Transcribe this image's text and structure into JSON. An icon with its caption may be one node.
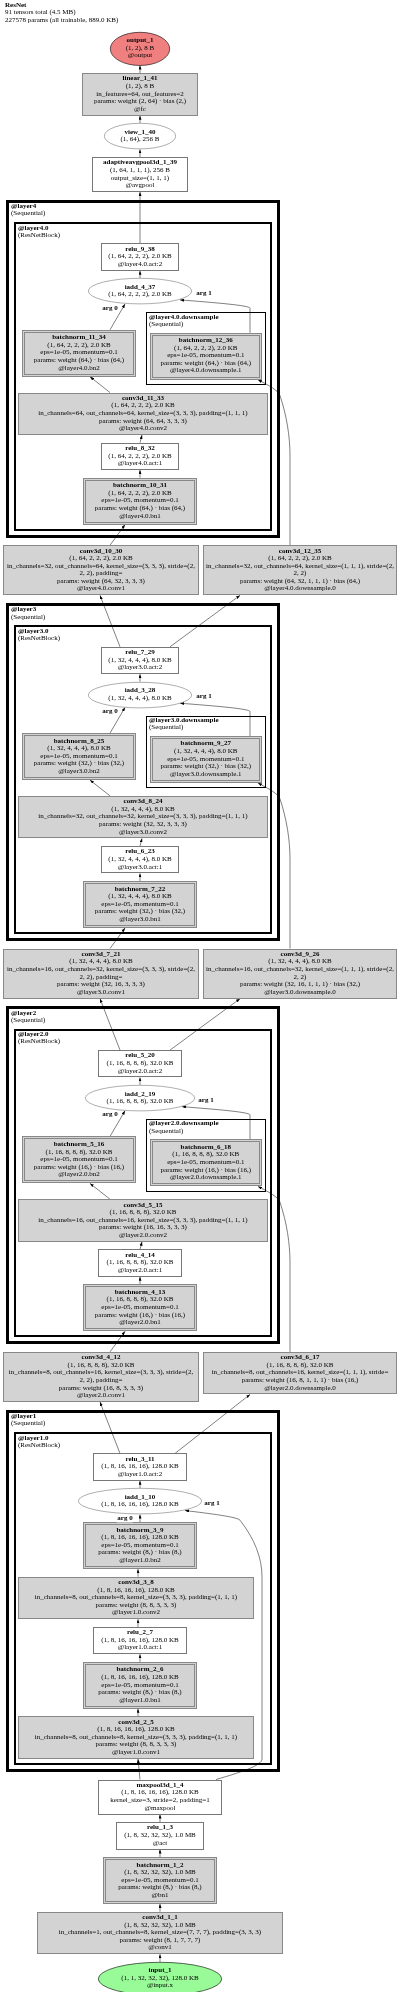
{
  "diagram": {
    "title": "ResNet",
    "labels": [
      "91 tensors total (4.5 MB)",
      "227578 params (all trainable, 889.0 KB)"
    ],
    "nodes": [
      {
        "text": [
          "output_1",
          "(1, 2), 8 B",
          "@output"
        ]
      },
      {
        "text": [
          "linear_1_41",
          "(1, 2), 8 B",
          "in_features=64, out_features=2",
          "params: weight (2, 64) · bias (2,)",
          "@fc"
        ]
      },
      {
        "text": [
          "view_1_40",
          "(1, 64), 256 B"
        ]
      },
      {
        "text": [
          "adaptiveavgpool3d_1_39",
          "(1, 64, 1, 1, 1), 256 B",
          "output_size=(1, 1, 1)",
          "@avgpool"
        ]
      },
      {
        "text": [
          "@layer4",
          "(Sequential)"
        ]
      },
      {
        "text": [
          "@layer4.0",
          "(ResNetBlock)"
        ],
        "in": 4
      },
      {
        "text": [
          "relu_9_38",
          "(1, 64, 2, 2, 2), 2.0 KB",
          "@layer4.0.act:2"
        ],
        "in": 5
      },
      {
        "text": [
          "iadd_4_37",
          "(1, 64, 2, 2, 2), 2.0 KB"
        ],
        "in": 5
      },
      {
        "text": [
          "@layer4.0.downsample",
          "(Sequential)"
        ],
        "in": 5
      },
      {
        "text": [
          "batchnorm_11_34",
          "(1, 64, 2, 2, 2), 2.0 KB",
          "eps=1e-05, momentum=0.1",
          "params: weight (64,) · bias (64,)",
          "@layer4.0.bn2"
        ],
        "in": 5
      },
      {
        "text": [
          "batchnorm_12_36",
          "(1, 64, 2, 2, 2), 2.0 KB",
          "eps=1e-05, momentum=0.1",
          "params: weight (64,) · bias (64,)",
          "@layer4.0.downsample.1"
        ],
        "in": 8
      },
      {
        "text": [
          "conv3d_11_33",
          "(1, 64, 2, 2, 2), 2.0 KB",
          "in_channels=64, out_channels=64, kernel_size=(3, 3, 3), padding=(1, 1, 1)",
          "params: weight (64, 64, 3, 3, 3)",
          "@layer4.0.conv2"
        ],
        "in": 5
      },
      {
        "text": [
          "relu_8_32",
          "(1, 64, 2, 2, 2), 2.0 KB",
          "@layer4.0.act:1"
        ],
        "in": 5
      },
      {
        "text": [
          "batchnorm_10_31",
          "(1, 64, 2, 2, 2), 2.0 KB",
          "eps=1e-05, momentum=0.1",
          "params: weight (64,) · bias (64,)",
          "@layer4.0.bn1"
        ],
        "in": 5
      },
      {
        "text": [
          "conv3d_10_30",
          "(1, 64, 2, 2, 2), 2.0 KB",
          "in_channels=32, out_channels=64, kernel_size=(3, 3, 3), stride=(2, 2, 2), padding=",
          "params: weight (64, 32, 3, 3, 3)",
          "@layer4.0.conv1"
        ]
      },
      {
        "text": [
          "conv3d_12_35",
          "(1, 64, 2, 2, 2), 2.0 KB",
          "in_channels=32, out_channels=64, kernel_size=(1, 1, 1), stride=(2, 2, 2)",
          "params: weight (64, 32, 1, 1, 1) · bias (64,)",
          "@layer4.0.downsample.0"
        ]
      },
      {
        "text": [
          "@layer3",
          "(Sequential)"
        ]
      },
      {
        "text": [
          "@layer3.0",
          "(ResNetBlock)"
        ],
        "in": 16
      },
      {
        "text": [
          "relu_7_29",
          "(1, 32, 4, 4, 4), 8.0 KB",
          "@layer3.0.act:2"
        ],
        "in": 17
      },
      {
        "text": [
          "iadd_3_28",
          "(1, 32, 4, 4, 4), 8.0 KB"
        ],
        "in": 17
      },
      {
        "text": [
          "@layer3.0.downsample",
          "(Sequential)"
        ],
        "in": 17
      },
      {
        "text": [
          "batchnorm_8_25",
          "(1, 32, 4, 4, 4), 8.0 KB",
          "eps=1e-05, momentum=0.1",
          "params: weight (32,) · bias (32,)",
          "@layer3.0.bn2"
        ],
        "in": 17
      },
      {
        "text": [
          "batchnorm_9_27",
          "(1, 32, 4, 4, 4), 8.0 KB",
          "eps=1e-05, momentum=0.1",
          "params: weight (32,) · bias (32,)",
          "@layer3.0.downsample.1"
        ],
        "in": 20
      },
      {
        "text": [
          "conv3d_8_24",
          "(1, 32, 4, 4, 4), 8.0 KB",
          "in_channels=32, out_channels=32, kernel_size=(3, 3, 3), padding=(1, 1, 1)",
          "params: weight (32, 32, 3, 3, 3)",
          "@layer3.0.conv2"
        ],
        "in": 17
      },
      {
        "text": [
          "relu_6_23",
          "(1, 32, 4, 4, 4), 8.0 KB",
          "@layer3.0.act:1"
        ],
        "in": 17
      },
      {
        "text": [
          "batchnorm_7_22",
          "(1, 32, 4, 4, 4), 8.0 KB",
          "eps=1e-05, momentum=0.1",
          "params: weight (32,) · bias (32,)",
          "@layer3.0.bn1"
        ],
        "in": 17
      },
      {
        "text": [
          "conv3d_7_21",
          "(1, 32, 4, 4, 4), 8.0 KB",
          "in_channels=16, out_channels=32, kernel_size=(3, 3, 3), stride=(2, 2, 2), padding=",
          "params: weight (32, 16, 3, 3, 3)",
          "@layer3.0.conv1"
        ]
      },
      {
        "text": [
          "conv3d_9_26",
          "(1, 32, 4, 4, 4), 8.0 KB",
          "in_channels=16, out_channels=32, kernel_size=(1, 1, 1), stride=(2, 2, 2)",
          "params: weight (32, 16, 1, 1, 1) · bias (32,)",
          "@layer3.0.downsample.0"
        ]
      },
      {
        "text": [
          "@layer2",
          "(Sequential)"
        ]
      },
      {
        "text": [
          "@layer2.0",
          "(ResNetBlock)"
        ],
        "in": 28
      },
      {
        "text": [
          "relu_5_20",
          "(1, 16, 8, 8, 8), 32.0 KB",
          "@layer2.0.act:2"
        ],
        "in": 29
      },
      {
        "text": [
          "iadd_2_19",
          "(1, 16, 8, 8, 8), 32.0 KB"
        ],
        "in": 29
      },
      {
        "text": [
          "@layer2.0.downsample",
          "(Sequential)"
        ],
        "in": 29
      },
      {
        "text": [
          "batchnorm_5_16",
          "(1, 16, 8, 8, 8), 32.0 KB",
          "eps=1e-05, momentum=0.1",
          "params: weight (16,) · bias (16,)",
          "@layer2.0.bn2"
        ],
        "in": 29
      },
      {
        "text": [
          "batchnorm_6_18",
          "(1, 16, 8, 8, 8), 32.0 KB",
          "eps=1e-05, momentum=0.1",
          "params: weight (16,) · bias (16,)",
          "@layer2.0.downsample.1"
        ],
        "in": 32
      },
      {
        "text": [
          "conv3d_5_15",
          "(1, 16, 8, 8, 8), 32.0 KB",
          "in_channels=16, out_channels=16, kernel_size=(3, 3, 3), padding=(1, 1, 1)",
          "params: weight (16, 16, 3, 3, 3)",
          "@layer2.0.conv2"
        ],
        "in": 29
      },
      {
        "text": [
          "relu_4_14",
          "(1, 16, 8, 8, 8), 32.0 KB",
          "@layer2.0.act:1"
        ],
        "in": 29
      },
      {
        "text": [
          "batchnorm_4_13",
          "(1, 16, 8, 8, 8), 32.0 KB",
          "eps=1e-05, momentum=0.1",
          "params: weight (16,) · bias (16,)",
          "@layer2.0.bn1"
        ],
        "in": 29
      },
      {
        "text": [
          "conv3d_4_12",
          "(1, 16, 8, 8, 8), 32.0 KB",
          "in_channels=8, out_channels=16, kernel_size=(3, 3, 3), stride=(2, 2, 2), padding=",
          "params: weight (16, 8, 3, 3, 3)",
          "@layer2.0.conv1"
        ]
      },
      {
        "text": [
          "conv3d_6_17",
          "(1, 16, 8, 8, 8), 32.0 KB",
          "in_channels=8, out_channels=16, kernel_size=(1, 1, 1), stride=",
          "params: weight (16, 8, 1, 1, 1) · bias (16,)",
          "@layer2.0.downsample.0"
        ]
      },
      {
        "text": [
          "@layer1",
          "(Sequential)"
        ]
      },
      {
        "text": [
          "@layer1.0",
          "(ResNetBlock)"
        ],
        "in": 40
      },
      {
        "text": [
          "relu_3_11",
          "(1, 8, 16, 16, 16), 128.0 KB",
          "@layer1.0.act:2"
        ],
        "in": 41
      },
      {
        "text": [
          "iadd_1_10",
          "(1, 8, 16, 16, 16), 128.0 KB"
        ],
        "in": 41
      },
      {
        "text": [
          "batchnorm_3_9",
          "(1, 8, 16, 16, 16), 128.0 KB",
          "eps=1e-05, momentum=0.1",
          "params: weight (8,) · bias (8,)",
          "@layer1.0.bn2"
        ],
        "in": 41
      },
      {
        "text": [
          "conv3d_3_8",
          "(1, 8, 16, 16, 16), 128.0 KB",
          "in_channels=8, out_channels=8, kernel_size=(3, 3, 3), padding=(1, 1, 1)",
          "params: weight (8, 8, 3, 3, 3)",
          "@layer1.0.conv2"
        ],
        "in": 41
      },
      {
        "text": [
          "relu_2_7",
          "(1, 8, 16, 16, 16), 128.0 KB",
          "@layer1.0.act:1"
        ],
        "in": 41
      },
      {
        "text": [
          "batchnorm_2_6",
          "(1, 8, 16, 16, 16), 128.0 KB",
          "eps=1e-05, momentum=0.1",
          "params: weight (8,) · bias (8,)",
          "@layer1.0.bn1"
        ],
        "in": 41
      },
      {
        "text": [
          "conv3d_2_5",
          "(1, 8, 16, 16, 16), 128.0 KB",
          "in_channels=8, out_channels=8, kernel_size=(3, 3, 3), padding=(1, 1, 1)",
          "params: weight (8, 8, 3, 3, 3)",
          "@layer1.0.conv1"
        ],
        "in": 41
      },
      {
        "text": [
          "maxpool3d_1_4",
          "(1, 8, 16, 16, 16), 128.0 KB",
          "kernel_size=3, stride=2, padding=1",
          "@maxpool"
        ]
      },
      {
        "text": [
          "relu_1_3",
          "(1, 8, 32, 32, 32), 1.0 MB",
          "@act"
        ]
      },
      {
        "text": [
          "batchnorm_1_2",
          "(1, 8, 32, 32, 32), 1.0 MB",
          "eps=1e-05, momentum=0.1",
          "params: weight (8,) · bias (8,)",
          "@bn1"
        ]
      },
      {
        "text": [
          "conv3d_1_1",
          "(1, 8, 32, 32, 32), 1.0 MB",
          "in_channels=1, out_channels=8, kernel_size=(7, 7, 7), padding=(3, 3, 3)",
          "params: weight (8, 1, 7, 7, 7)",
          "@conv1"
        ]
      },
      {
        "text": [
          "input_1",
          "(1, 1, 32, 32, 32), 128.0 KB",
          "@input.x"
        ]
      }
    ],
    "edges": [
      {
        "from": 53,
        "to": 52,
        "arrow": "to"
      },
      {
        "from": 52,
        "to": 51,
        "arrow": "to"
      },
      {
        "from": 51,
        "to": 50,
        "arrow": "to"
      },
      {
        "from": 50,
        "to": 49,
        "arrow": "to"
      },
      {
        "from": 49,
        "to": 48,
        "arrow": "to"
      },
      {
        "from": 49,
        "to": 43,
        "arrow": "to",
        "label": "arg 1"
      },
      {
        "from": 48,
        "to": 47,
        "arrow": "to"
      },
      {
        "from": 47,
        "to": 46,
        "arrow": "to"
      },
      {
        "from": 46,
        "to": 45,
        "arrow": "to"
      },
      {
        "from": 45,
        "to": 44,
        "arrow": "to"
      },
      {
        "from": 44,
        "to": 43,
        "arrow": "to",
        "label": "arg 0"
      },
      {
        "from": 43,
        "to": 42,
        "arrow": "to"
      },
      {
        "from": 42,
        "to": 38,
        "arrow": "to"
      },
      {
        "from": 42,
        "to": 39,
        "arrow": "to"
      },
      {
        "from": 38,
        "to": 37,
        "arrow": "to"
      },
      {
        "from": 37,
        "to": 36,
        "arrow": "to"
      },
      {
        "from": 36,
        "to": 35,
        "arrow": "to"
      },
      {
        "from": 35,
        "to": 33,
        "arrow": "to"
      },
      {
        "from": 33,
        "to": 31,
        "arrow": "to",
        "label": "arg 0"
      },
      {
        "from": 39,
        "to": 34,
        "arrow": "to"
      },
      {
        "from": 34,
        "to": 31,
        "arrow": "to",
        "label": "arg 1"
      },
      {
        "from": 31,
        "to": 30,
        "arrow": "to"
      },
      {
        "from": 30,
        "to": 26,
        "arrow": "to"
      },
      {
        "from": 30,
        "to": 27,
        "arrow": "to"
      },
      {
        "from": 26,
        "to": 25,
        "arrow": "to"
      },
      {
        "from": 25,
        "to": 24,
        "arrow": "to"
      },
      {
        "from": 24,
        "to": 23,
        "arrow": "to"
      },
      {
        "from": 23,
        "to": 21,
        "arrow": "to"
      },
      {
        "from": 21,
        "to": 19,
        "arrow": "to",
        "label": "arg 0"
      },
      {
        "from": 27,
        "to": 22,
        "arrow": "to"
      },
      {
        "from": 22,
        "to": 19,
        "arrow": "to",
        "label": "arg 1"
      },
      {
        "from": 19,
        "to": 18,
        "arrow": "to"
      },
      {
        "from": 18,
        "to": 14,
        "arrow": "to"
      },
      {
        "from": 18,
        "to": 15,
        "arrow": "to"
      },
      {
        "from": 14,
        "to": 13,
        "arrow": "to"
      },
      {
        "from": 13,
        "to": 12,
        "arrow": "to"
      },
      {
        "from": 12,
        "to": 11,
        "arrow": "to"
      },
      {
        "from": 11,
        "to": 9,
        "arrow": "to"
      },
      {
        "from": 9,
        "to": 7,
        "arrow": "to",
        "label": "arg 0"
      },
      {
        "from": 15,
        "to": 10,
        "arrow": "to"
      },
      {
        "from": 10,
        "to": 7,
        "arrow": "to",
        "label": "arg 1"
      },
      {
        "from": 7,
        "to": 6,
        "arrow": "to"
      },
      {
        "from": 6,
        "to": 3,
        "arrow": "to"
      },
      {
        "from": 3,
        "to": 2,
        "arrow": "to"
      },
      {
        "from": 2,
        "to": 1,
        "arrow": "to"
      },
      {
        "from": 1,
        "to": 0,
        "arrow": "to"
      }
    ]
  }
}
